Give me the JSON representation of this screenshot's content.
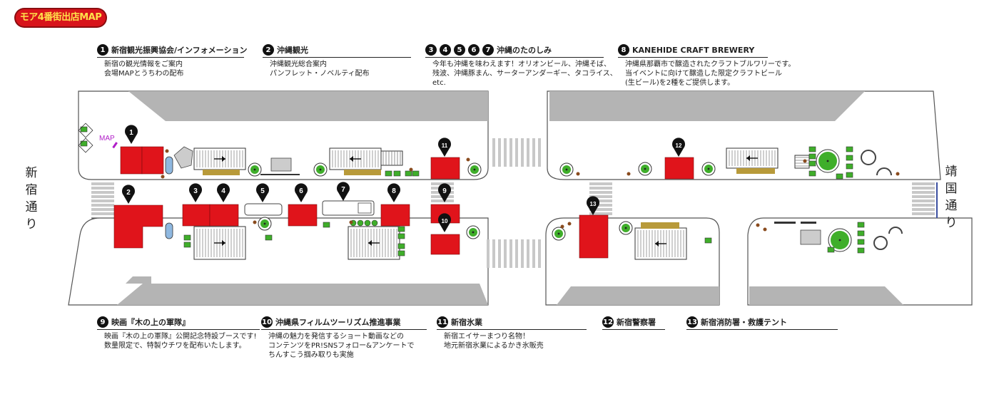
{
  "badge": "モア4番街出店MAP",
  "streets": {
    "left": [
      "新",
      "宿",
      "通",
      "り"
    ],
    "right": [
      "靖",
      "国",
      "通",
      "り"
    ]
  },
  "map_label": "MAP",
  "legend_top": [
    {
      "nums": [
        "1"
      ],
      "title": "新宿観光振興協会/インフォメーション",
      "lines": [
        "新宿の観光情報をご案内",
        "会場MAPとうちわの配布"
      ]
    },
    {
      "nums": [
        "2"
      ],
      "title": "沖縄観光",
      "lines": [
        "沖縄観光総合案内",
        "パンフレット・ノベルティ配布"
      ]
    },
    {
      "nums": [
        "3",
        "4",
        "5",
        "6",
        "7"
      ],
      "title": "沖縄のたのしみ",
      "lines": [
        "今年も沖縄を味わえます！オリオンビール、沖縄そば、",
        "残波、沖縄豚まん、サーターアンダーギー、タコライス、",
        "etc."
      ]
    },
    {
      "nums": [
        "8"
      ],
      "title": "KANEHIDE CRAFT BREWERY",
      "lines": [
        "沖縄県那覇市で醸造されたクラフトブルワリーです。",
        "当イベントに向けて醸造した限定クラフトビール",
        "(生ビール)を2種をご提供します。"
      ]
    }
  ],
  "legend_bottom": [
    {
      "nums": [
        "9"
      ],
      "title": "映画『木の上の軍隊』",
      "lines": [
        "映画『木の上の軍隊』公開記念特設ブースです!",
        "数量限定で、特製ウチワを配布いたします。"
      ]
    },
    {
      "nums": [
        "10"
      ],
      "title": "沖縄県フィルムツーリズム推進事業",
      "lines": [
        "沖縄の魅力を発信するショート動画などの",
        "コンテンツをPR!SNSフォロー&アンケートで",
        "ちんすこう掴み取りも実施"
      ]
    },
    {
      "nums": [
        "11"
      ],
      "title": "新宿氷業",
      "lines": [
        "新宿エイサーまつり名物！",
        "地元新宿氷業によるかき氷販売"
      ]
    },
    {
      "nums": [
        "12"
      ],
      "title": "新宿警察署",
      "lines": []
    },
    {
      "nums": [
        "13"
      ],
      "title": "新宿消防署・救護テント",
      "lines": []
    }
  ],
  "colors": {
    "booth": "#e0141b",
    "tree": "#3fae2a",
    "building": "#b4b4b4",
    "road": "#ffffff",
    "ink": "#111111"
  },
  "pins": [
    {
      "n": "1"
    },
    {
      "n": "2"
    },
    {
      "n": "3"
    },
    {
      "n": "4"
    },
    {
      "n": "5"
    },
    {
      "n": "6"
    },
    {
      "n": "7"
    },
    {
      "n": "8"
    },
    {
      "n": "9"
    },
    {
      "n": "10"
    },
    {
      "n": "11"
    },
    {
      "n": "12"
    },
    {
      "n": "13"
    }
  ]
}
